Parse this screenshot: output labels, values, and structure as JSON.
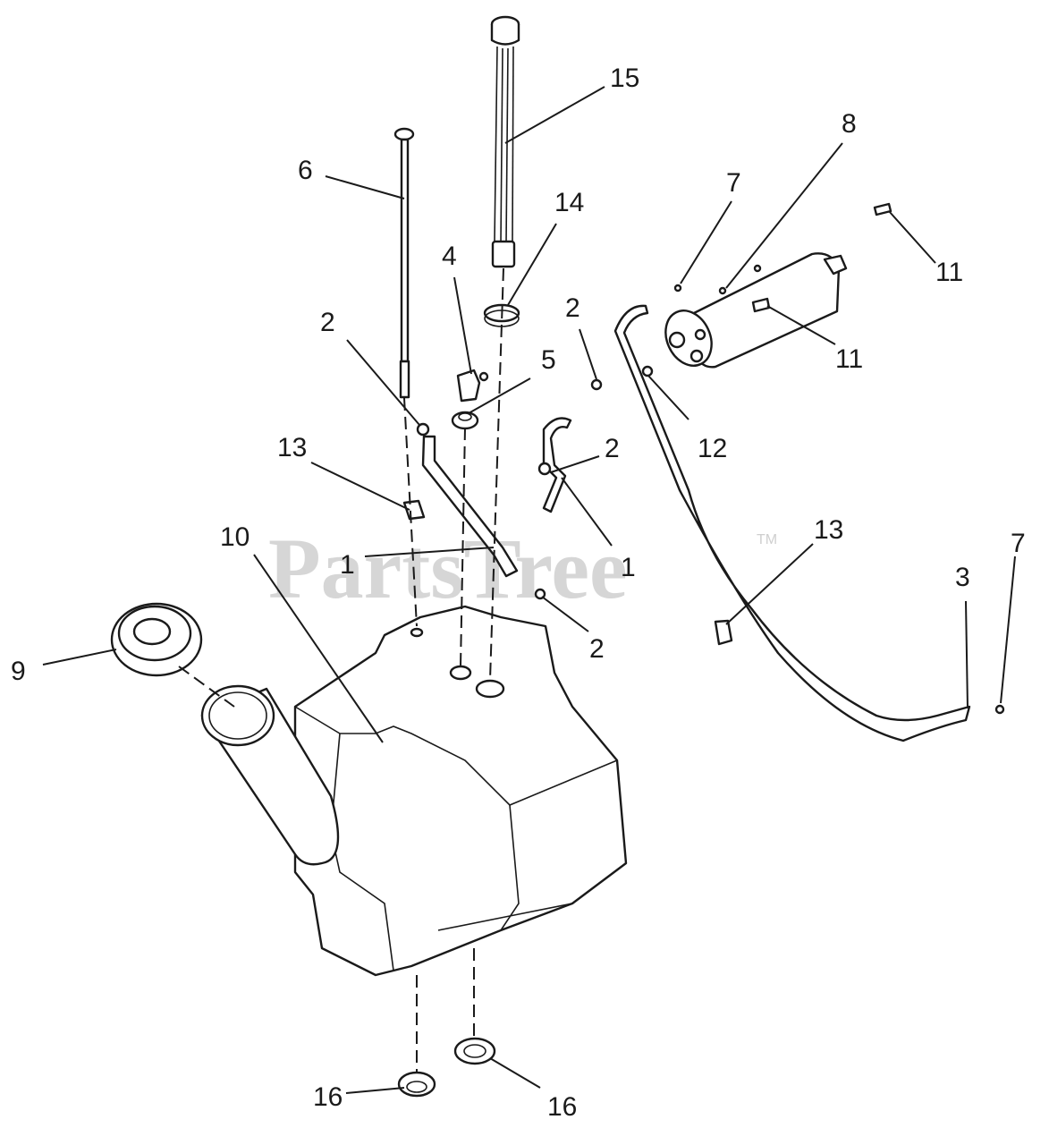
{
  "watermark": {
    "text": "PartsTree",
    "trademark": "TM"
  },
  "callouts": [
    {
      "id": "c15",
      "text": "15"
    },
    {
      "id": "c8",
      "text": "8"
    },
    {
      "id": "c6",
      "text": "6"
    },
    {
      "id": "c7a",
      "text": "7"
    },
    {
      "id": "c14",
      "text": "14"
    },
    {
      "id": "c11a",
      "text": "11"
    },
    {
      "id": "c4",
      "text": "4"
    },
    {
      "id": "c2a",
      "text": "2"
    },
    {
      "id": "c2b",
      "text": "2"
    },
    {
      "id": "c5",
      "text": "5"
    },
    {
      "id": "c11b",
      "text": "11"
    },
    {
      "id": "c13a",
      "text": "13"
    },
    {
      "id": "c2c",
      "text": "2"
    },
    {
      "id": "c12",
      "text": "12"
    },
    {
      "id": "c10",
      "text": "10"
    },
    {
      "id": "c13b",
      "text": "13"
    },
    {
      "id": "c1a",
      "text": "1"
    },
    {
      "id": "c1b",
      "text": "1"
    },
    {
      "id": "c3",
      "text": "3"
    },
    {
      "id": "c7b",
      "text": "7"
    },
    {
      "id": "c2d",
      "text": "2"
    },
    {
      "id": "c9",
      "text": "9"
    },
    {
      "id": "c16a",
      "text": "16"
    },
    {
      "id": "c16b",
      "text": "16"
    }
  ]
}
